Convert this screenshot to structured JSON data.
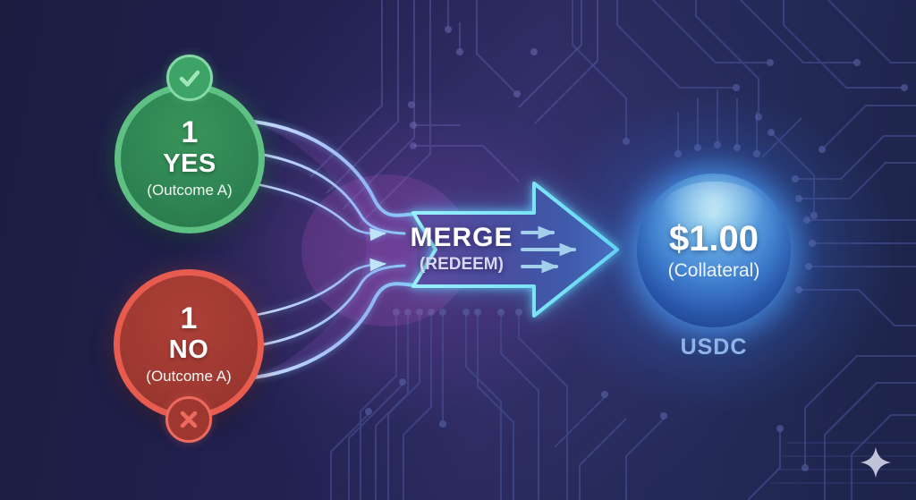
{
  "diagram": {
    "yes_token": {
      "amount": "1",
      "label": "YES",
      "outcome": "(Outcome A)"
    },
    "no_token": {
      "amount": "1",
      "label": "NO",
      "outcome": "(Outcome A)"
    },
    "merge": {
      "title": "MERGE",
      "subtitle": "(REDEEM)"
    },
    "collateral": {
      "value": "$1.00",
      "label": "(Collateral)",
      "currency": "USDC"
    },
    "icons": {
      "yes_badge": "check-icon",
      "no_badge": "x-icon",
      "watermark": "sparkle-icon"
    },
    "colors": {
      "yes_fill": "#2f8a55",
      "yes_border": "#5ec183",
      "no_fill": "#a43a33",
      "no_border": "#e85c50",
      "arrow_glow": "#7fe6fa",
      "arrow_fill_left": "#5d4ba0",
      "arrow_fill_right": "#4a6fc0",
      "sphere_blue": "#3f7ccc",
      "usdc_text": "#8fb4ea",
      "background": "#20214b",
      "circuit_trace": "#4a5295"
    }
  }
}
